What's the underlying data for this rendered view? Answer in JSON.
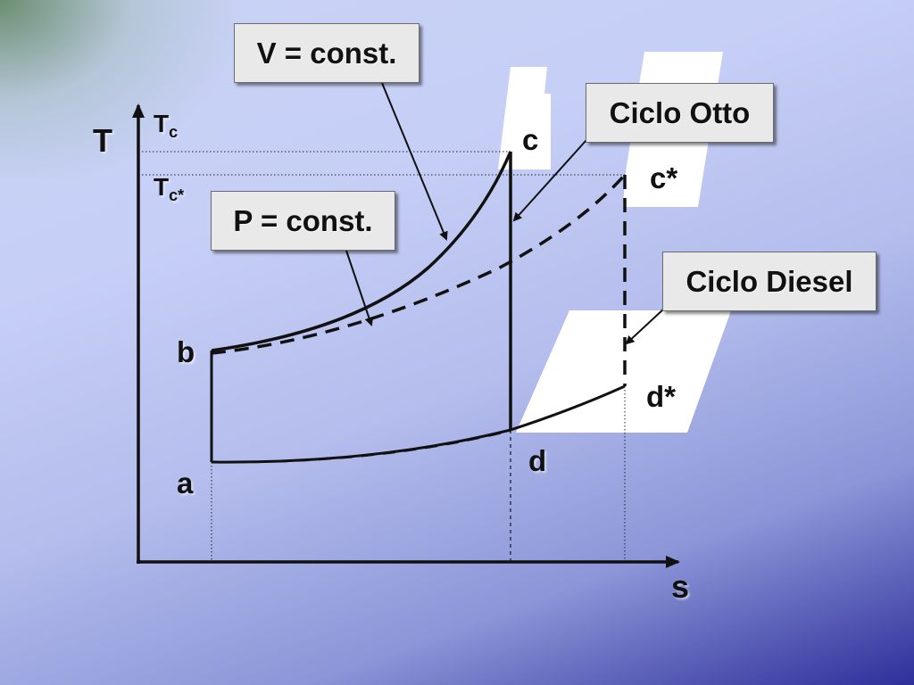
{
  "axes": {
    "y_label": "T",
    "x_label": "s"
  },
  "temperature_marks": [
    {
      "main": "T",
      "sub": "c"
    },
    {
      "main": "T",
      "sub": "c*"
    }
  ],
  "points": {
    "a": "a",
    "b": "b",
    "c": "c",
    "c_star": "c*",
    "d": "d",
    "d_star": "d*"
  },
  "callouts": {
    "v_const": "V = const.",
    "p_const": "P = const.",
    "otto": "Ciclo Otto",
    "diesel": "Ciclo Diesel"
  }
}
